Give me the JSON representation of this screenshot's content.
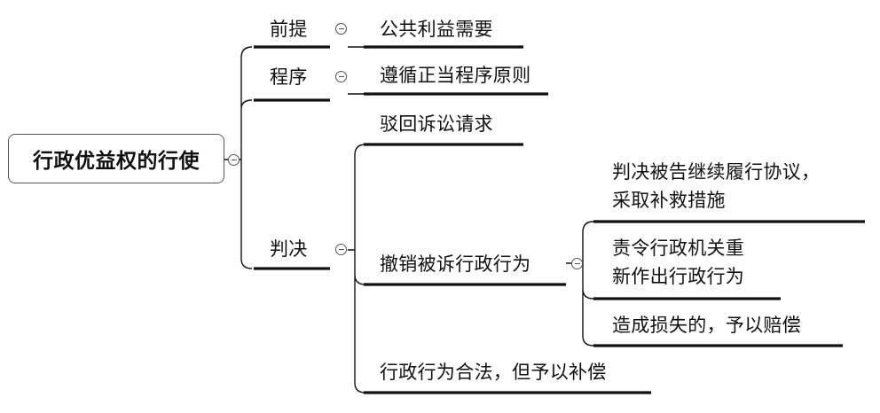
{
  "root": {
    "label": "行政优益权的行使"
  },
  "branches": {
    "premise": {
      "label": "前提",
      "child": "公共利益需要"
    },
    "procedure": {
      "label": "程序",
      "child": "遵循正当程序原则"
    },
    "judgment": {
      "label": "判决",
      "reject": "驳回诉讼请求",
      "revoke": {
        "label": "撤销被诉行政行为",
        "outcomes": [
          {
            "line1": "判决被告继续履行协议，",
            "line2": "采取补救措施"
          },
          {
            "line1": "责令行政机关重",
            "line2": "新作出行政行为"
          },
          {
            "line1": "造成损失的，予以赔偿"
          }
        ]
      },
      "lawful": "行政行为合法，但予以补偿"
    }
  }
}
